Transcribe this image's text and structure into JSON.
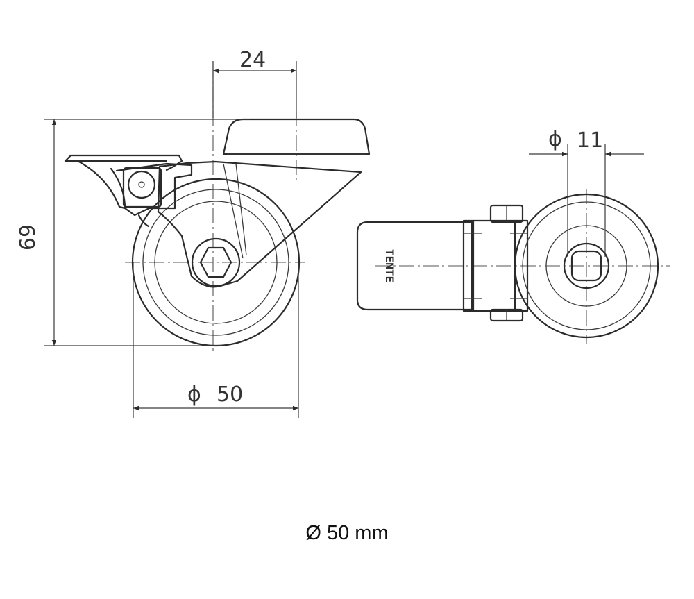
{
  "dimensions": {
    "offset": "24",
    "height": "69",
    "wheel_diameter": "50",
    "hole_diameter": "11",
    "diameter_symbol": "ϕ"
  },
  "brand_mark": "TENTE",
  "caption": "Ø 50 mm",
  "colors": {
    "line": "#2b2b2b",
    "background": "#ffffff"
  }
}
